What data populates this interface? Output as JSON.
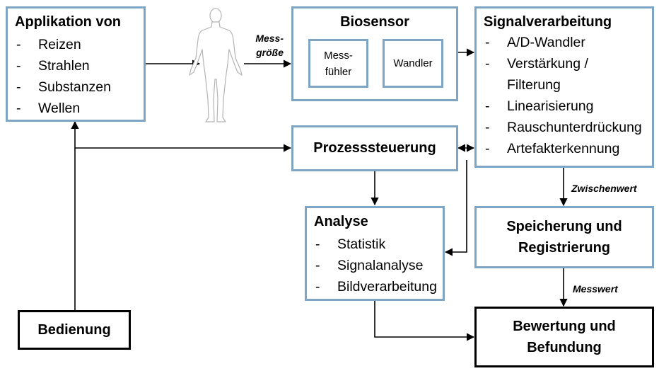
{
  "application": {
    "title": "Applikation von",
    "items": [
      "Reizen",
      "Strahlen",
      "Substanzen",
      "Wellen"
    ]
  },
  "human_figure": {
    "icon": "human-body-icon"
  },
  "mess_label": {
    "line1": "Mess-",
    "line2": "größe"
  },
  "biosensor": {
    "title": "Biosensor",
    "messfuehler": {
      "line1": "Mess-",
      "line2": "fühler"
    },
    "wandler": "Wandler"
  },
  "signal": {
    "title": "Signalverarbeitung",
    "items": [
      {
        "text": "A/D-Wandler",
        "dash": true
      },
      {
        "text": "Verstärkung /",
        "dash": true
      },
      {
        "text": "Filterung",
        "dash": false
      },
      {
        "text": "Linearisierung",
        "dash": true
      },
      {
        "text": "Rauschunterdrückung",
        "dash": true
      },
      {
        "text": "Artefakterkennung",
        "dash": true
      }
    ]
  },
  "prozess": {
    "title": "Prozesssteuerung"
  },
  "analyse": {
    "title": "Analyse",
    "items": [
      "Statistik",
      "Signalanalyse",
      "Bildverarbeitung"
    ]
  },
  "speicherung": {
    "line1": "Speicherung und",
    "line2": "Registrierung"
  },
  "zwischenwert": "Zwischenwert",
  "messwert": "Messwert",
  "bedienung": {
    "title": "Bedienung"
  },
  "bewertung": {
    "line1": "Bewertung und",
    "line2": "Befundung"
  },
  "colors": {
    "box_border": "#7ea6c4",
    "emphasis_border": "#000000",
    "arrow": "#000000"
  }
}
